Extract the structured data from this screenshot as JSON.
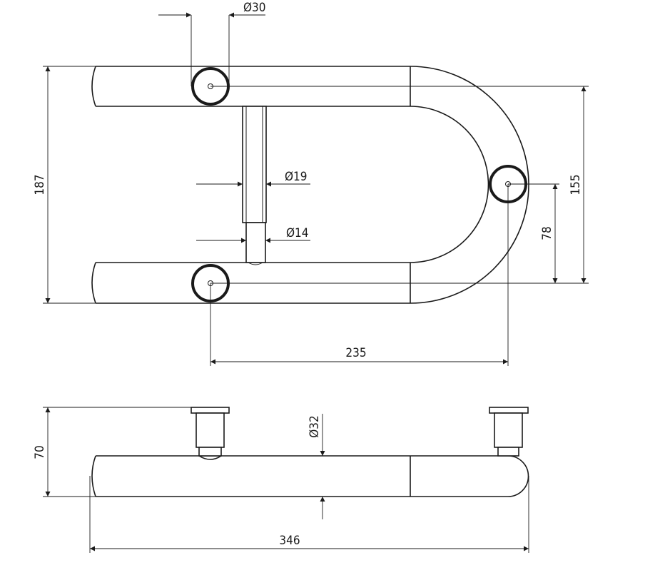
{
  "dimensions": {
    "d30": "Ø30",
    "d19": "Ø19",
    "d14": "Ø14",
    "h187": "187",
    "h155": "155",
    "h78": "78",
    "w235": "235",
    "h70": "70",
    "d32": "Ø32",
    "w346": "346"
  }
}
